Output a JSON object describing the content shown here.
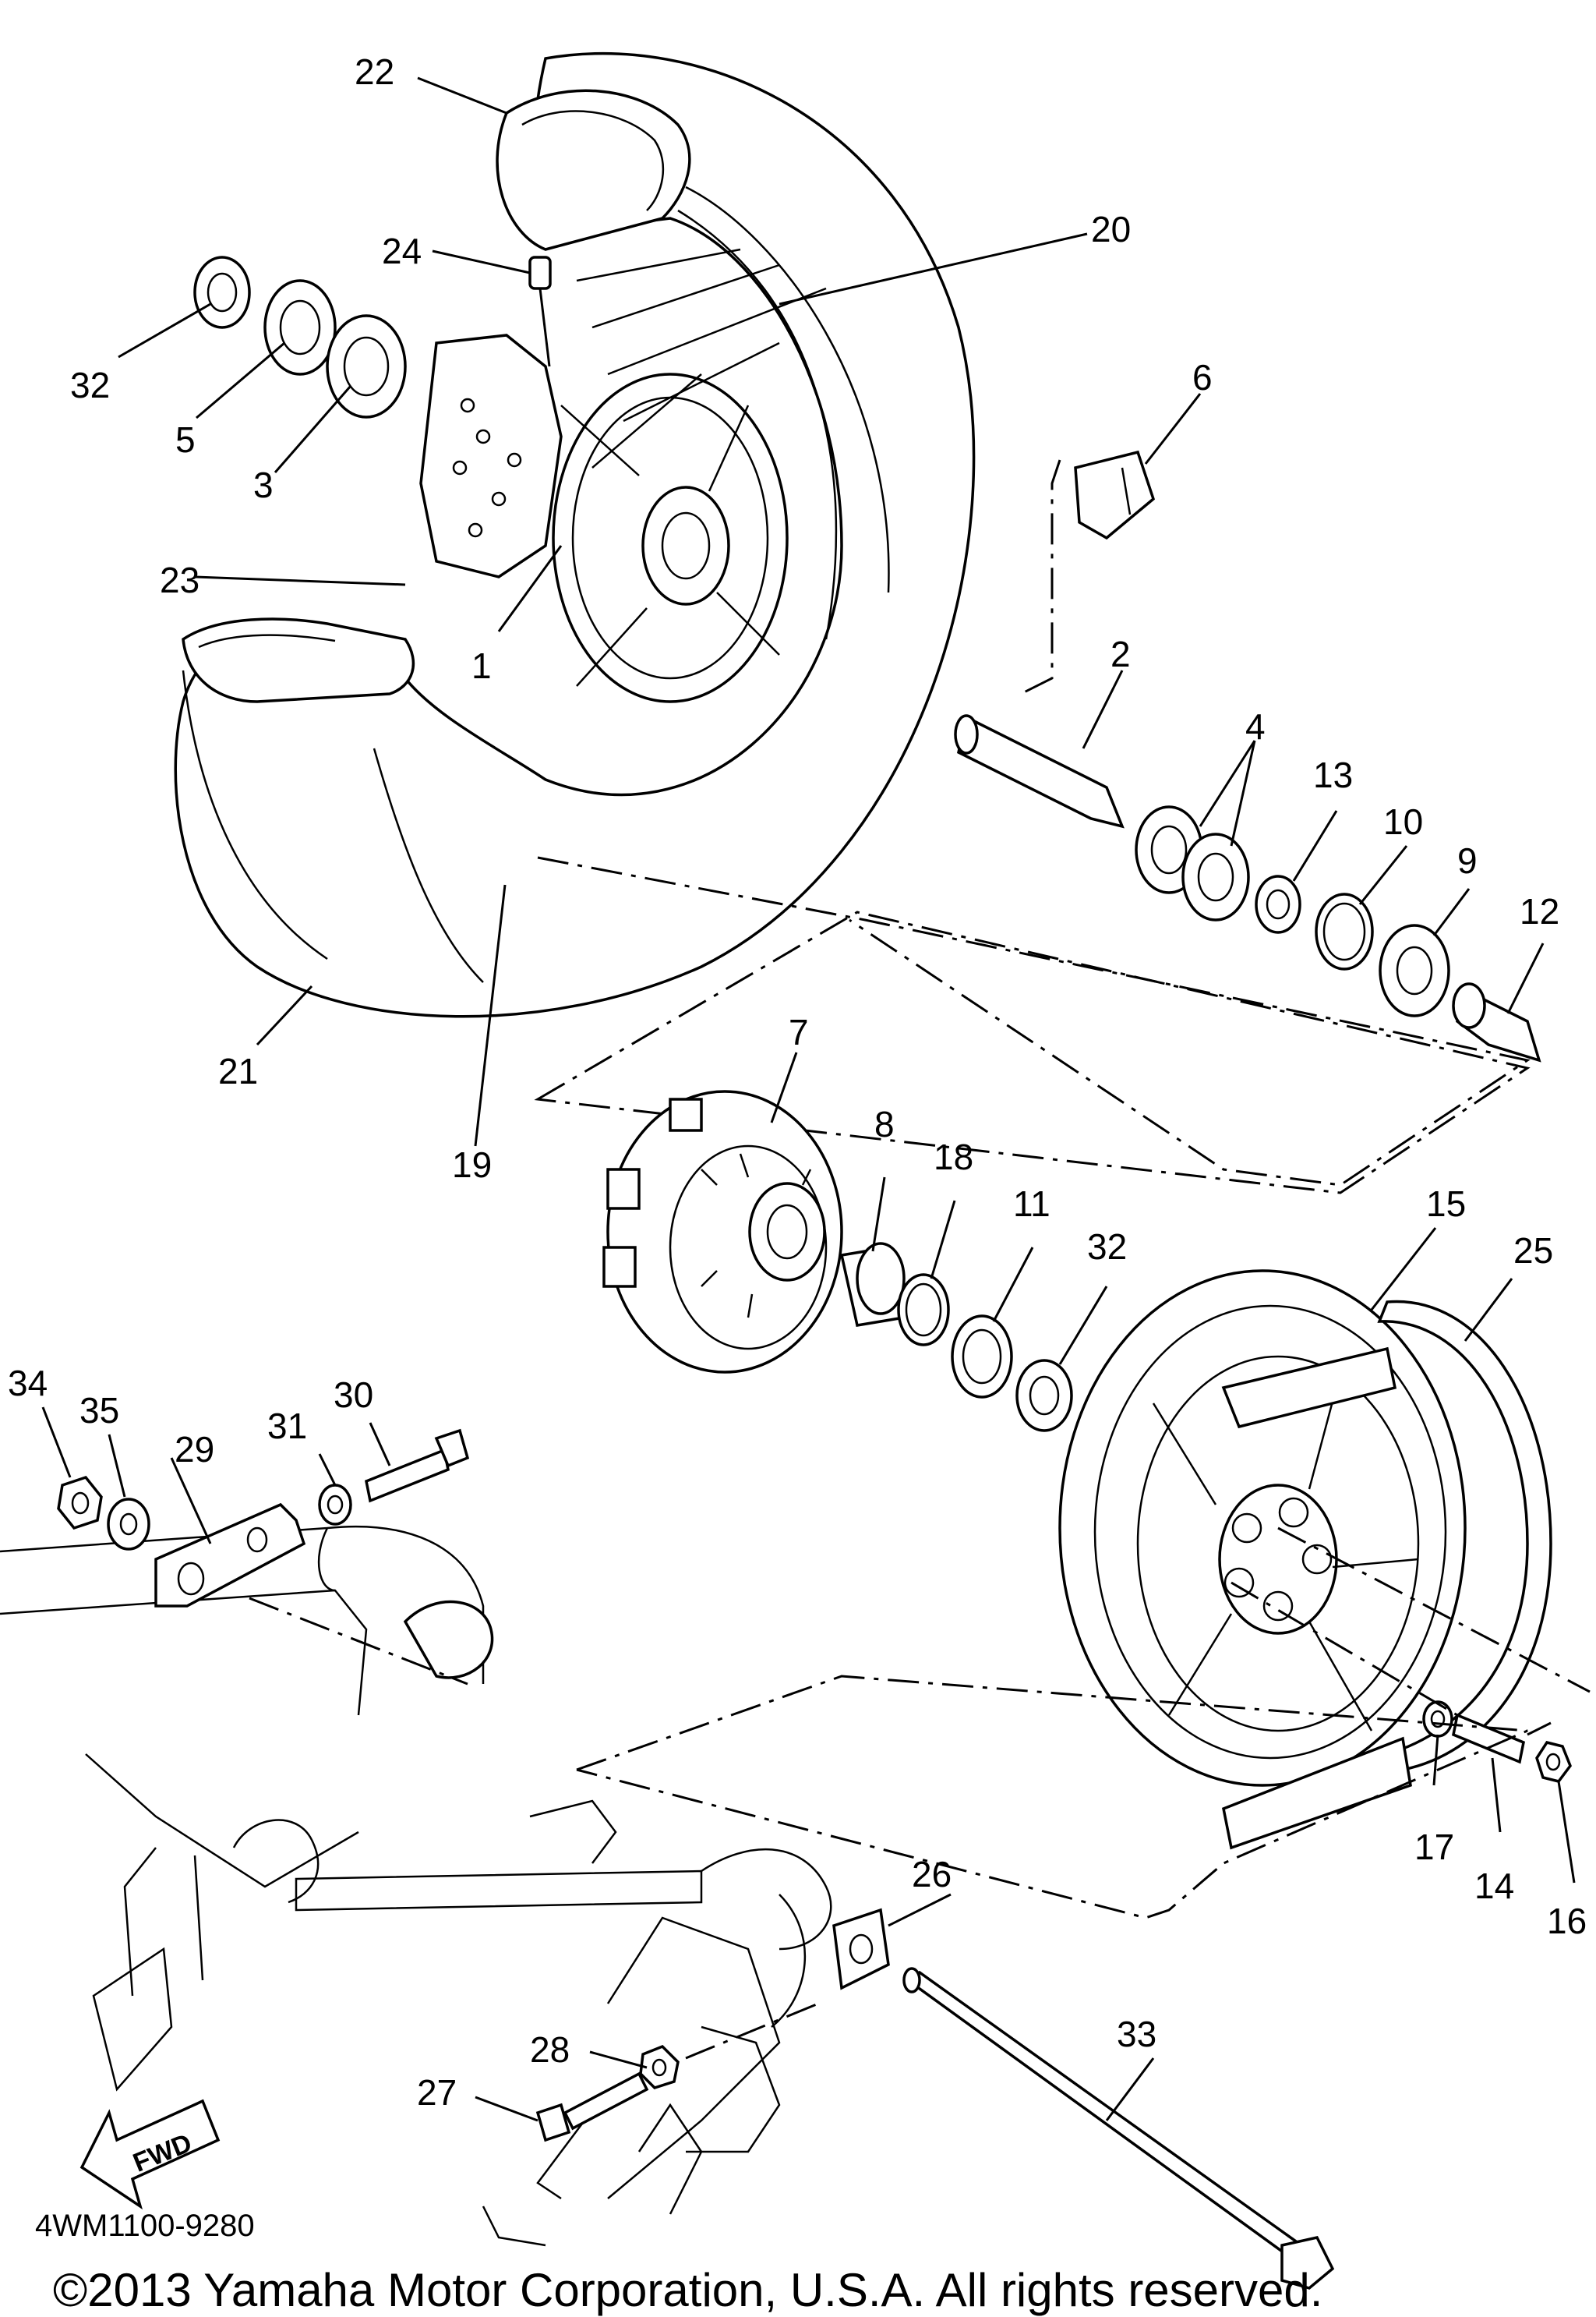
{
  "diagram_code": "4WM1100-9280",
  "copyright": "©2013 Yamaha Motor Corporation, U.S.A. All rights reserved.",
  "fwd_label": "FWD",
  "callouts": {
    "c1": "1",
    "c2": "2",
    "c3": "3",
    "c4": "4",
    "c5": "5",
    "c6": "6",
    "c7": "7",
    "c8": "8",
    "c9": "9",
    "c10": "10",
    "c11": "11",
    "c12": "12",
    "c13": "13",
    "c14": "14",
    "c15": "15",
    "c16": "16",
    "c17": "17",
    "c18": "18",
    "c19": "19",
    "c20": "20",
    "c21": "21",
    "c22": "22",
    "c23": "23",
    "c24": "24",
    "c25": "25",
    "c26": "26",
    "c27": "27",
    "c28": "28",
    "c29": "29",
    "c30": "30",
    "c31": "31",
    "c32a": "32",
    "c32b": "32",
    "c33": "33",
    "c34": "34",
    "c35": "35"
  }
}
